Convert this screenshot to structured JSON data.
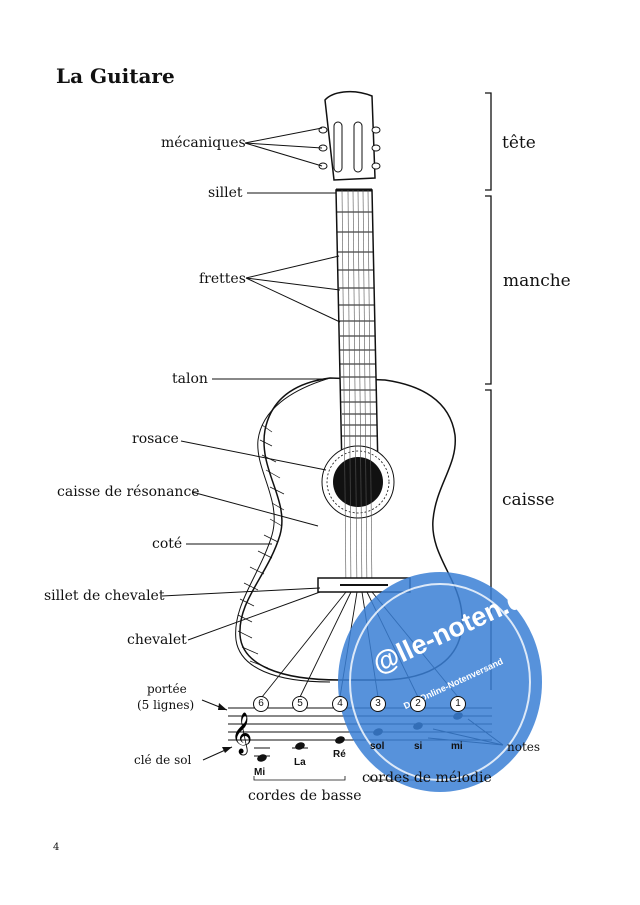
{
  "title": "La Guitare",
  "parts": {
    "mecaniques": "mécaniques",
    "sillet": "sillet",
    "frettes": "frettes",
    "talon": "talon",
    "rosace": "rosace",
    "caisse_resonance": "caisse de résonance",
    "cote": "coté",
    "sillet_chevalet": "sillet de chevalet",
    "chevalet": "chevalet"
  },
  "sections": {
    "tete": "tête",
    "manche": "manche",
    "caisse": "caisse"
  },
  "staff": {
    "portee_line1": "portée",
    "portee_line2": "(5 lignes)",
    "cle": "clé de sol",
    "notes": [
      "Mi",
      "La",
      "Ré",
      "sol",
      "si",
      "mi"
    ],
    "string_numbers": [
      "6",
      "5",
      "4",
      "3",
      "2",
      "1"
    ],
    "notes_label": "notes",
    "bass_label": "cordes de basse",
    "melody_label": "cordes de mélodie"
  },
  "page_number": "4",
  "watermark": {
    "line1": "@lle-noten.de",
    "line2": "Der Online-Notenversand",
    "color": "#3a7fd5"
  }
}
